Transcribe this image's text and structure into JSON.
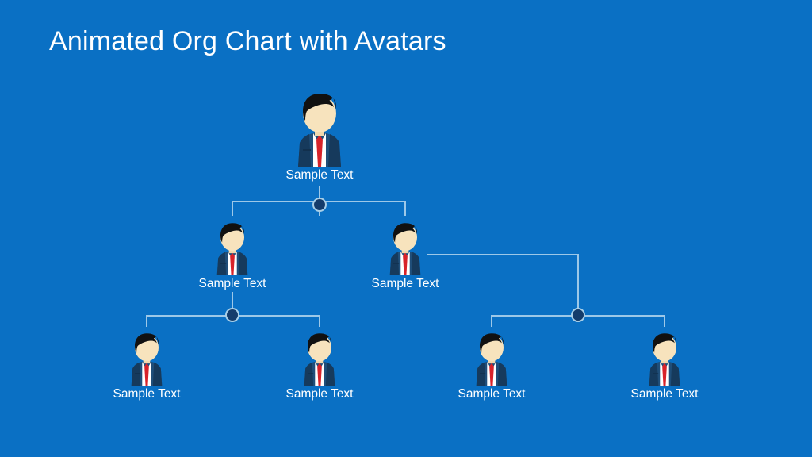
{
  "slide": {
    "title": "Animated Org Chart with Avatars",
    "background_color": "#0a70c4",
    "title_color": "#ffffff",
    "connector_color": "#9dc8e8",
    "node_dot_fill": "#143c6b",
    "node_dot_ring": "#a8cfe8"
  },
  "avatar_colors": {
    "hair": "#111111",
    "skin": "#f7e3bd",
    "suit": "#1f4e79",
    "suit_shadow": "#163a5c",
    "shirt": "#ffffff",
    "tie": "#d8232a"
  },
  "chart_data": {
    "type": "org-chart",
    "title": "Animated Org Chart with Avatars",
    "levels": 3,
    "nodes": [
      {
        "id": "n1",
        "level": 1,
        "label": "Sample Text",
        "parent": null
      },
      {
        "id": "n2",
        "level": 2,
        "label": "Sample Text",
        "parent": "n1"
      },
      {
        "id": "n3",
        "level": 2,
        "label": "Sample Text",
        "parent": "n1"
      },
      {
        "id": "n4",
        "level": 3,
        "label": "Sample Text",
        "parent": "n2"
      },
      {
        "id": "n5",
        "level": 3,
        "label": "Sample Text",
        "parent": "n2"
      },
      {
        "id": "n6",
        "level": 3,
        "label": "Sample Text",
        "parent": "n3"
      },
      {
        "id": "n7",
        "level": 3,
        "label": "Sample Text",
        "parent": "n3"
      }
    ]
  },
  "org": {
    "root": {
      "label": "Sample Text"
    },
    "level2": [
      {
        "label": "Sample Text"
      },
      {
        "label": "Sample Text"
      }
    ],
    "level3": [
      {
        "label": "Sample Text"
      },
      {
        "label": "Sample Text"
      },
      {
        "label": "Sample Text"
      },
      {
        "label": "Sample Text"
      }
    ]
  }
}
